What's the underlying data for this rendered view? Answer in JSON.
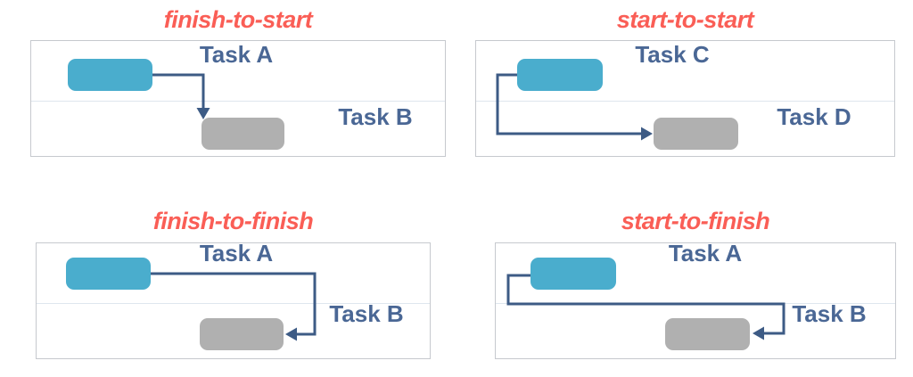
{
  "colors": {
    "title": "#fa5e56",
    "task_label": "#4a6795",
    "connector": "#3d5b85",
    "predecessor_bar": "#4aadcd",
    "successor_bar": "#b0b0b0",
    "box_border": "#c6c9ce",
    "row_divider": "#dfe6ee",
    "background": "#ffffff"
  },
  "panels": [
    {
      "title": "finish-to-start",
      "rows": [
        {
          "label": "Task A"
        },
        {
          "label": "Task B"
        }
      ],
      "dependency": {
        "from_task": "Task A",
        "from_point": "finish",
        "to_task": "Task B",
        "to_point": "start"
      }
    },
    {
      "title": "start-to-start",
      "rows": [
        {
          "label": "Task C"
        },
        {
          "label": "Task D"
        }
      ],
      "dependency": {
        "from_task": "Task C",
        "from_point": "start",
        "to_task": "Task D",
        "to_point": "start"
      }
    },
    {
      "title": "finish-to-finish",
      "rows": [
        {
          "label": "Task A"
        },
        {
          "label": "Task B"
        }
      ],
      "dependency": {
        "from_task": "Task A",
        "from_point": "finish",
        "to_task": "Task B",
        "to_point": "finish"
      }
    },
    {
      "title": "start-to-finish",
      "rows": [
        {
          "label": "Task A"
        },
        {
          "label": "Task B"
        }
      ],
      "dependency": {
        "from_task": "Task A",
        "from_point": "start",
        "to_task": "Task B",
        "to_point": "finish"
      }
    }
  ]
}
